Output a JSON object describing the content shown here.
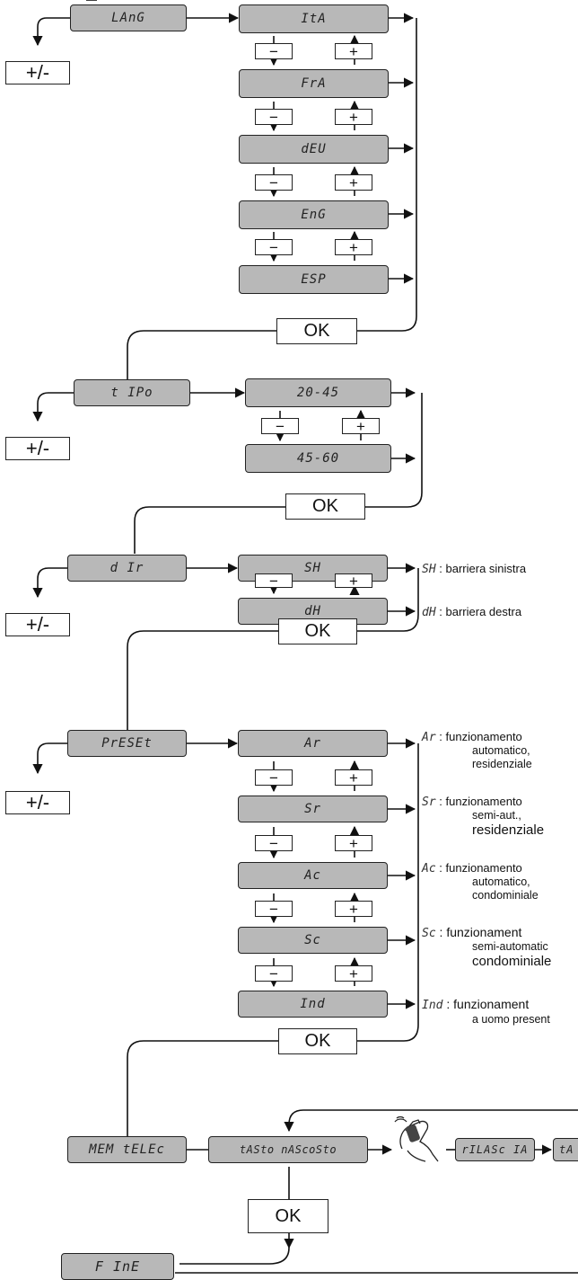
{
  "ok_label": "OK",
  "plusminus_label": "+/-",
  "minus_label": "−",
  "plus_label": "+",
  "lang": {
    "menu": "LAnG",
    "options": [
      "ItA",
      "FrA",
      "dEU",
      "EnG",
      "ESP"
    ]
  },
  "tipo": {
    "menu": "t IPo",
    "options": [
      "20-45",
      "45-60"
    ]
  },
  "dir": {
    "menu": "d Ir",
    "options": [
      "SH",
      "dH"
    ],
    "notes": [
      {
        "code": "SH",
        "text": ": barriera sinistra"
      },
      {
        "code": "dH",
        "text": ": barriera destra"
      }
    ]
  },
  "preset": {
    "menu": "PrESEt",
    "options": [
      "Ar",
      "Sr",
      "Ac",
      "Sc",
      "Ind"
    ],
    "notes": [
      {
        "code": "Ar",
        "lines": [
          ": funzionamento",
          "automatico,",
          "residenziale"
        ]
      },
      {
        "code": "Sr",
        "lines": [
          ": funzionamento",
          "semi-aut.,",
          "residenziale"
        ]
      },
      {
        "code": "Ac",
        "lines": [
          ": funzionamento",
          "automatico,",
          "condominiale"
        ]
      },
      {
        "code": "Sc",
        "lines": [
          ": funzionament",
          "semi-automatic",
          "condominiale"
        ]
      },
      {
        "code": "Ind",
        "lines": [
          ": funzionament",
          "a uomo present"
        ]
      }
    ]
  },
  "memtelec": {
    "menu": "MEM tELEc",
    "step1": "tAStο nAScοStο",
    "step2": "rILASc IA",
    "step3": "tA"
  },
  "fine": {
    "menu": "F InE"
  },
  "icons": [
    "remote-hand-icon"
  ]
}
